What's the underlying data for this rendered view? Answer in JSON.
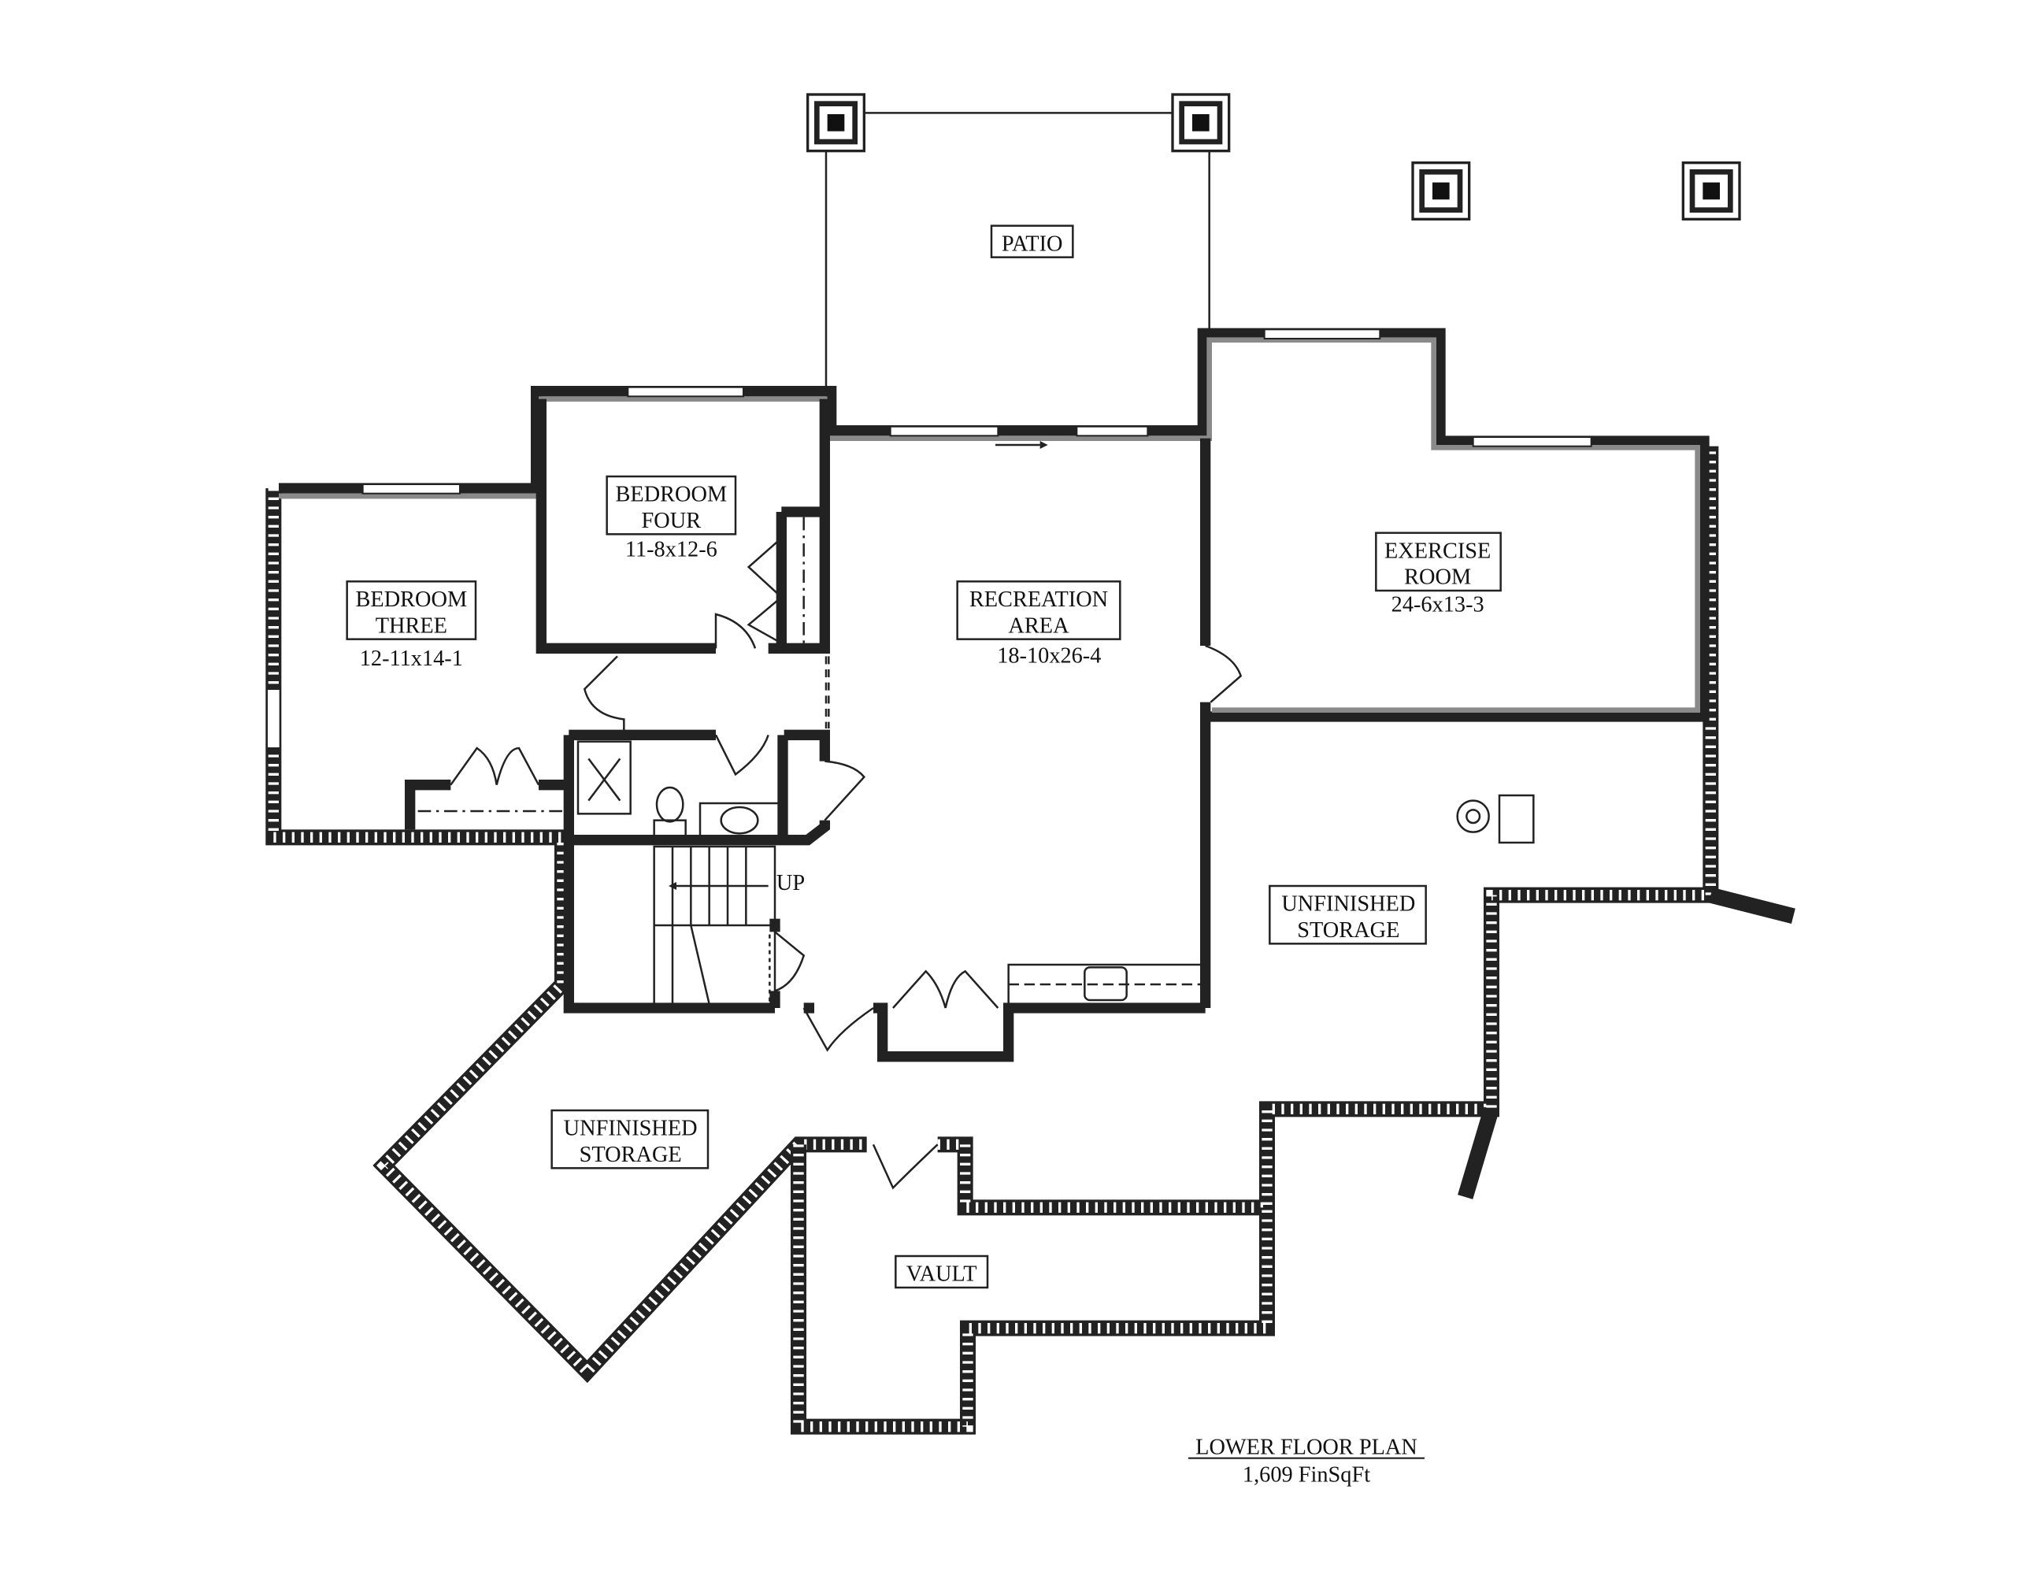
{
  "plan": {
    "title": "LOWER FLOOR PLAN",
    "subtitle": "1,609 FinSqFt"
  },
  "rooms": {
    "patio": {
      "name": "PATIO"
    },
    "bedroom_four": {
      "name_1": "BEDROOM",
      "name_2": "FOUR",
      "size": "11-8x12-6"
    },
    "bedroom_three": {
      "name_1": "BEDROOM",
      "name_2": "THREE",
      "size": "12-11x14-1"
    },
    "recreation": {
      "name_1": "RECREATION",
      "name_2": "AREA",
      "size": "18-10x26-4"
    },
    "exercise": {
      "name_1": "EXERCISE",
      "name_2": "ROOM",
      "size": "24-6x13-3"
    },
    "storage_right": {
      "name_1": "UNFINISHED",
      "name_2": "STORAGE"
    },
    "storage_left": {
      "name_1": "UNFINISHED",
      "name_2": "STORAGE"
    },
    "vault": {
      "name": "VAULT"
    },
    "stair": {
      "label": "UP"
    }
  }
}
